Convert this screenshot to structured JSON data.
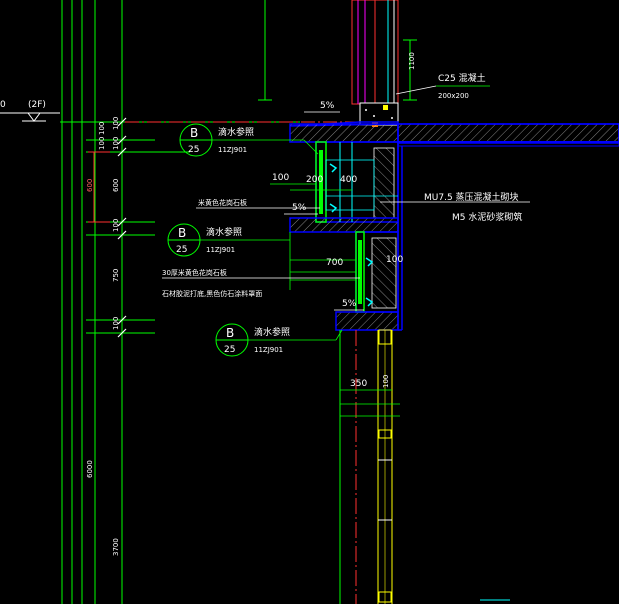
{
  "levels": {
    "floor_2f": "(2F)",
    "left_value": "0"
  },
  "dims_left": [
    "100",
    "100",
    "600",
    "100",
    "750",
    "100",
    "6000",
    "3700"
  ],
  "dims_left_outer": "600",
  "dims_top": "1100",
  "slope": [
    "5%",
    "5%",
    "5%"
  ],
  "callouts": [
    {
      "letter": "B",
      "number": "25",
      "title": "滴水参照",
      "ref": "11ZJ901"
    },
    {
      "letter": "B",
      "number": "25",
      "title": "滴水参照",
      "ref": "11ZJ901"
    },
    {
      "letter": "B",
      "number": "25",
      "title": "滴水参照",
      "ref": "11ZJ901"
    }
  ],
  "notes": {
    "concrete_grade": "C25 混凝土",
    "concrete_size": "200x200",
    "masonry_1": "MU7.5 蒸压混凝土砌块",
    "masonry_2": "M5 水泥砂浆砌筑",
    "finish_1": "米黄色花岗石板",
    "finish_2": "30厚米黄色花岗石板",
    "finish_3": "石材胶泥打底,黑色仿石涂料罩面",
    "dims": [
      "100",
      "200",
      "400",
      "100",
      "700",
      "350",
      "100"
    ]
  },
  "colors": {
    "background": "#000000",
    "structure": "#0000ff",
    "dimension": "#00ff00",
    "text": "#ffffff",
    "axis": "#ff0000",
    "hatch": "#ffffff",
    "green_layer": "#00ff00",
    "yellow_window": "#ffff00",
    "cyan": "#00ffff",
    "magenta": "#ff00ff"
  }
}
